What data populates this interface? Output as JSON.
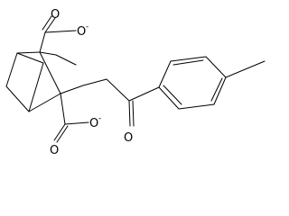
{
  "molecule": {
    "atoms": {
      "carboxylate_top_oxygen_double": "O",
      "carboxylate_top_oxygen_single": "O",
      "carboxylate_top_charge": "-",
      "carboxylate_bottom_oxygen_double": "O",
      "carboxylate_bottom_oxygen_single": "O",
      "carboxylate_bottom_charge": "-",
      "ketone_oxygen": "O"
    }
  }
}
